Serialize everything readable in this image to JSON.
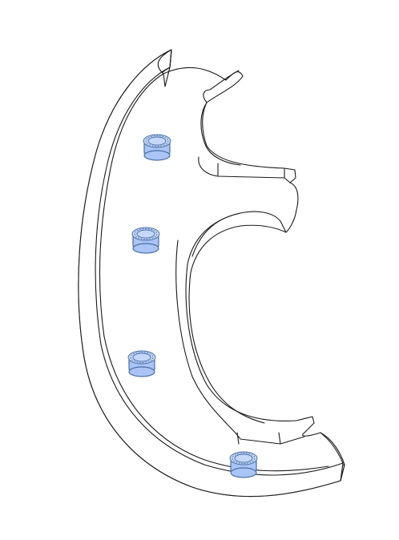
{
  "figure": {
    "insert_color": "#a9c4f5",
    "insert_stroke": "#4a6fa5",
    "line_color": "#1a1a1a",
    "background": "#ffffff"
  },
  "parts": {
    "body": "curved-bracket",
    "inserts": [
      {
        "name": "threaded-insert-1"
      },
      {
        "name": "threaded-insert-2"
      },
      {
        "name": "threaded-insert-3"
      },
      {
        "name": "threaded-insert-4"
      }
    ]
  }
}
